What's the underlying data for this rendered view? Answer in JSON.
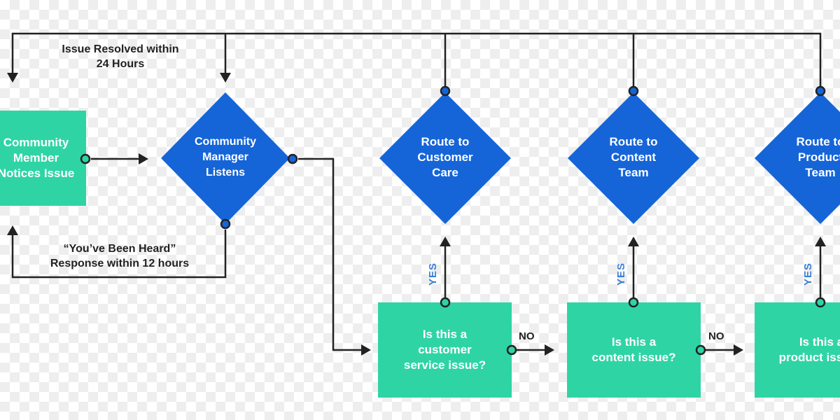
{
  "colors": {
    "green": "#2fd4a5",
    "blue": "#1565d8",
    "line": "#222222",
    "yes_label": "#3b7fd4",
    "green_dot": "#2fd4a5",
    "blue_dot": "#1565d8"
  },
  "nodes": {
    "member_notices": {
      "text": "Community\nMember\nNotices Issue"
    },
    "manager_listens": {
      "text": "Community\nManager\nListens"
    },
    "route_customer_care": {
      "text": "Route to\nCustomer\nCare"
    },
    "route_content_team": {
      "text": "Route to\nContent\nTeam"
    },
    "route_product_team": {
      "text": "Route to\nProduct\nTeam"
    },
    "q_customer_service": {
      "text": "Is this a\ncustomer\nservice issue?"
    },
    "q_content": {
      "text": "Is this a\ncontent issue?"
    },
    "q_product": {
      "text": "Is this a\nproduct issue?"
    }
  },
  "labels": {
    "resolved": "Issue Resolved within\n24 Hours",
    "heard": "“You’ve Been Heard”\nResponse within 12 hours",
    "yes": "YES",
    "no": "NO"
  }
}
